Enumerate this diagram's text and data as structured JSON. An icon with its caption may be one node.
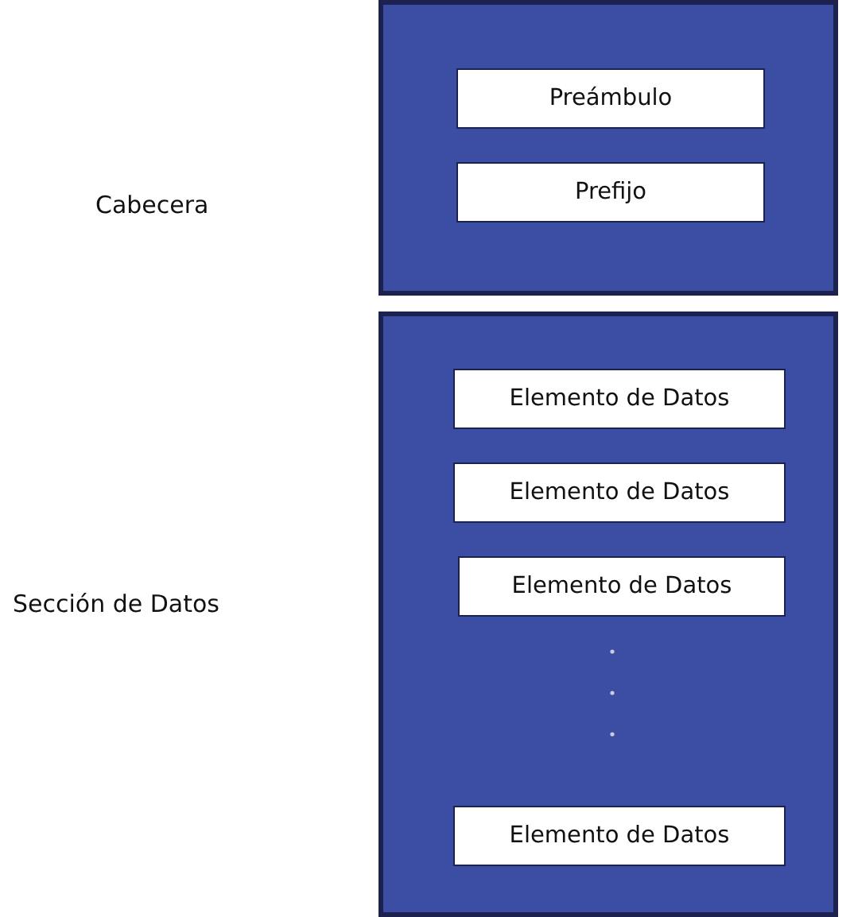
{
  "diagram": {
    "nodes": [
      {
        "text": [],
        "shape": "box"
      },
      {
        "text": [
          "Preámbulo"
        ],
        "in": 0
      },
      {
        "text": [
          "Prefijo"
        ],
        "in": 0
      },
      {
        "text": [],
        "shape": "box"
      },
      {
        "text": [
          "Elemento de Datos"
        ],
        "in": 3
      },
      {
        "text": [
          "Elemento de Datos"
        ],
        "in": 3
      },
      {
        "text": [
          "Elemento de Datos"
        ],
        "in": 3
      },
      {
        "text": [
          "Elemento de Datos"
        ],
        "in": 3
      }
    ],
    "labels": [
      "Cabecera",
      "Sección de Datos"
    ]
  }
}
